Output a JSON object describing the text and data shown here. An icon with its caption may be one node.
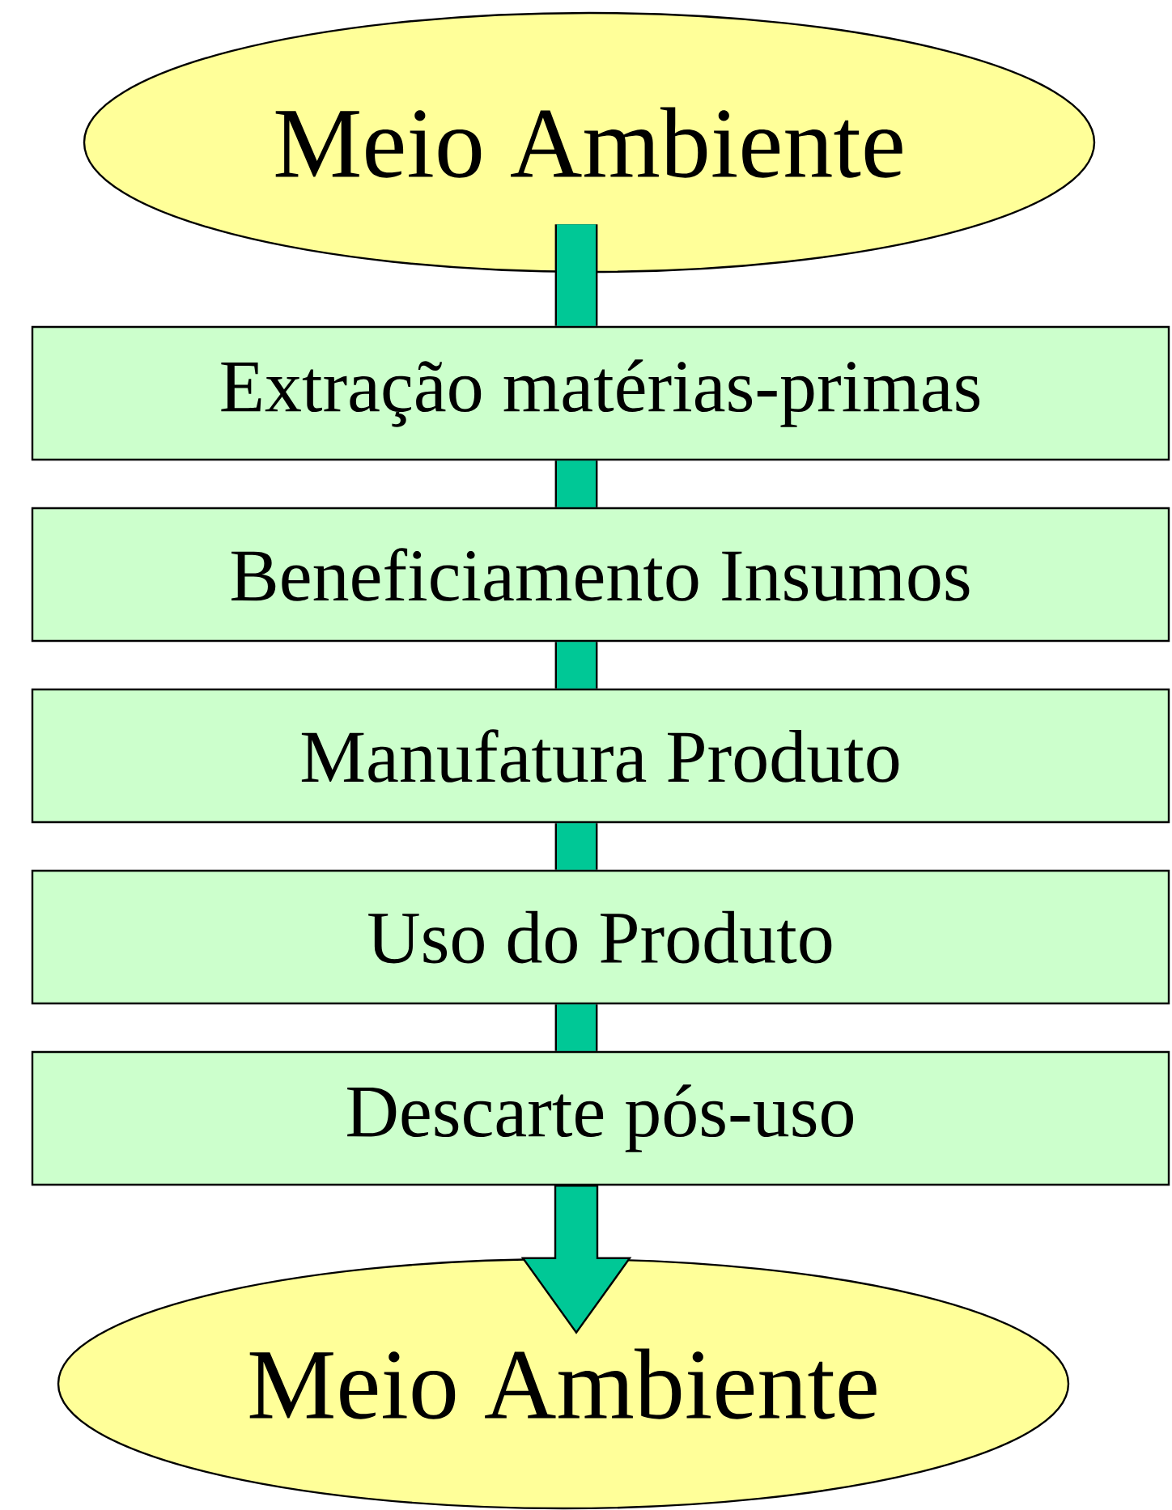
{
  "diagram": {
    "nodes": [
      {
        "text": [
          "Meio Ambiente"
        ]
      },
      {
        "text": [
          "Extração matérias-primas"
        ]
      },
      {
        "text": [
          "Beneficiamento Insumos"
        ]
      },
      {
        "text": [
          "Manufatura Produto"
        ]
      },
      {
        "text": [
          "Uso do Produto"
        ]
      },
      {
        "text": [
          "Descarte pós-uso"
        ]
      },
      {
        "text": [
          "Meio Ambiente"
        ]
      }
    ],
    "edges": [
      {
        "from": 0,
        "to": 1,
        "arrow": "none"
      },
      {
        "from": 1,
        "to": 2,
        "arrow": "none"
      },
      {
        "from": 2,
        "to": 3,
        "arrow": "none"
      },
      {
        "from": 3,
        "to": 4,
        "arrow": "none"
      },
      {
        "from": 4,
        "to": 5,
        "arrow": "none"
      },
      {
        "from": 5,
        "to": 6,
        "arrow": "to"
      }
    ]
  }
}
